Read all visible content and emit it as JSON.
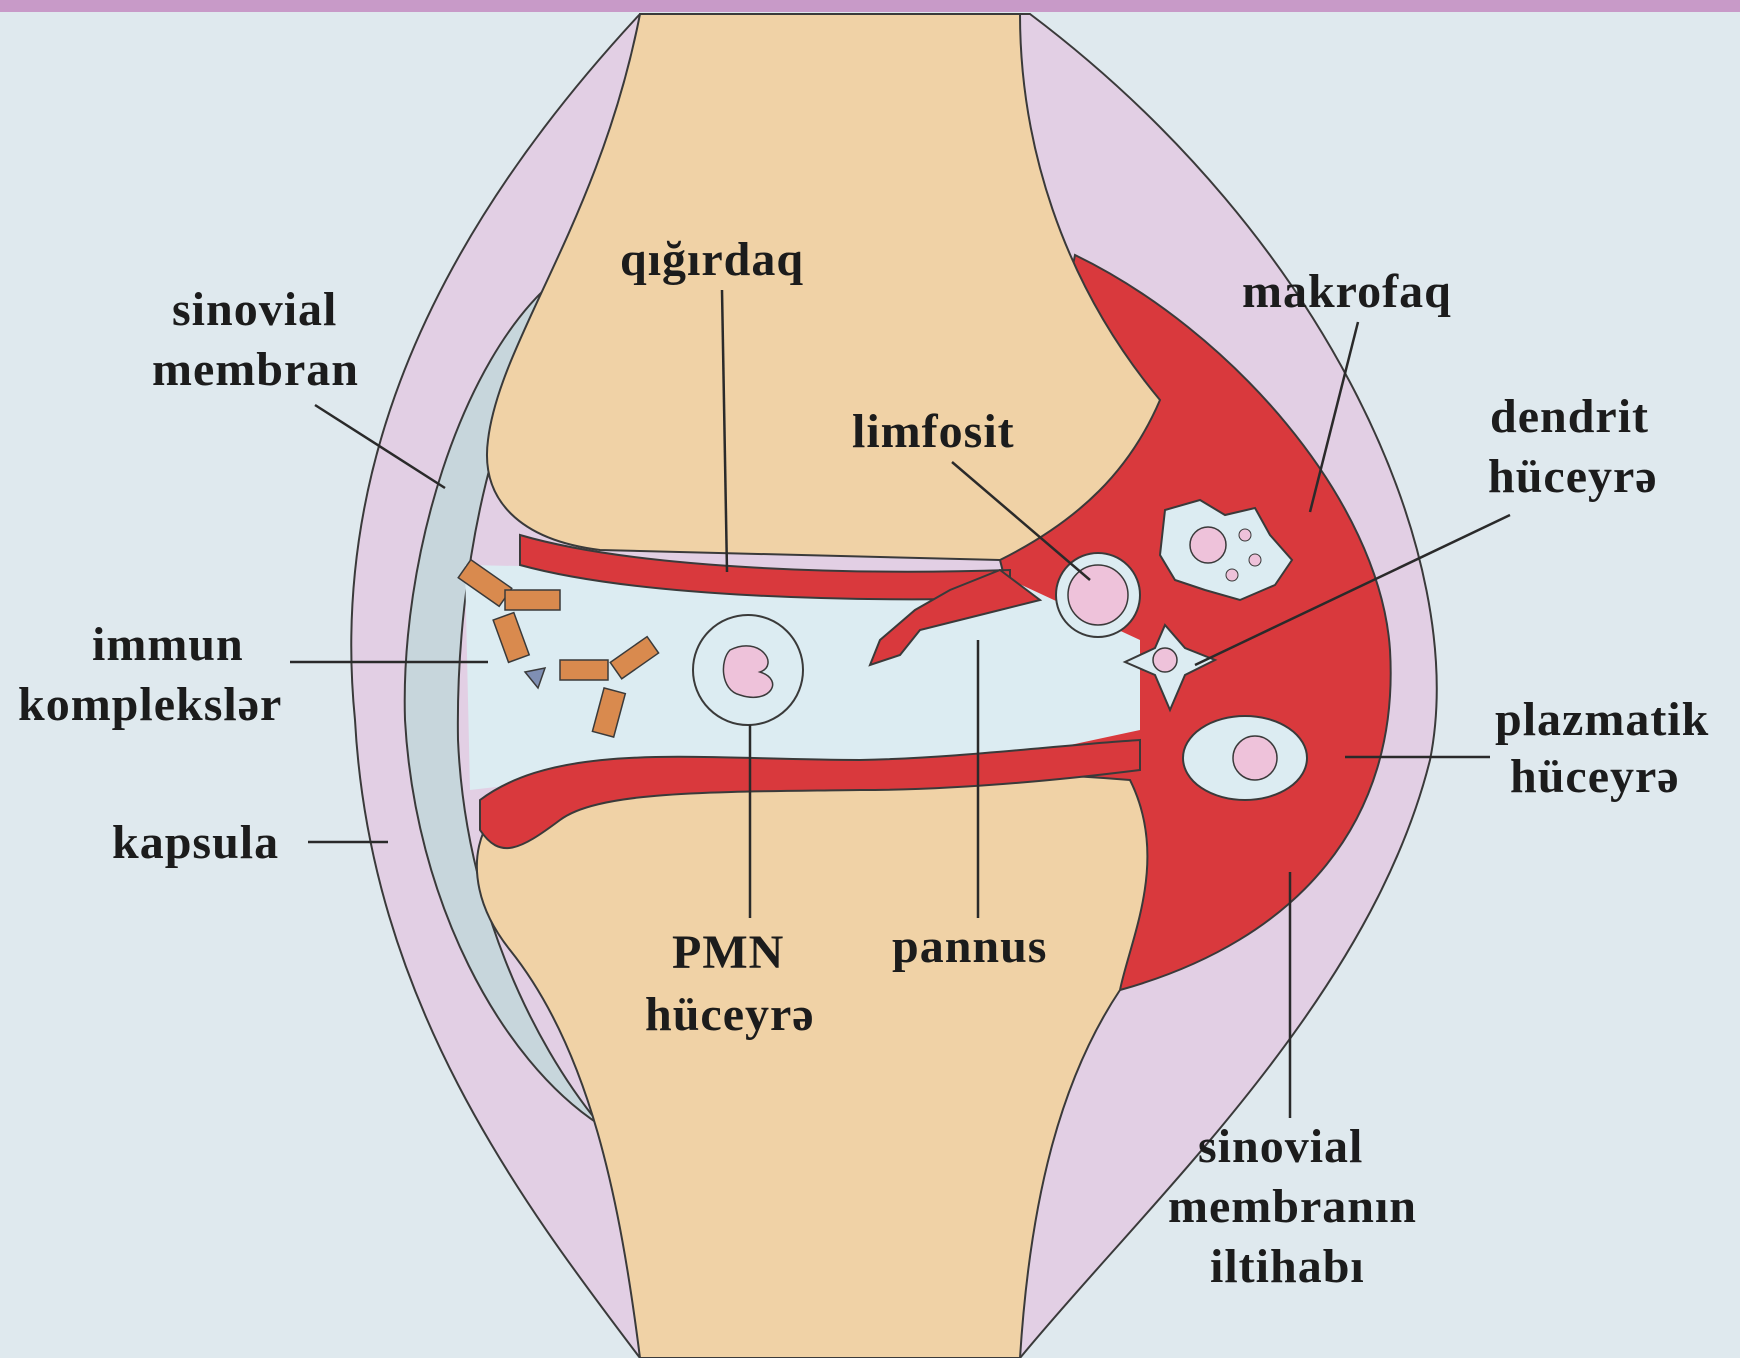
{
  "diagram": {
    "labels": {
      "qigirdaq": "qığırdaq",
      "sinovial_membran_1": "sinovial",
      "sinovial_membran_2": "membran",
      "makrofaq": "makrofaq",
      "limfosit": "limfosit",
      "dendrit_1": "dendrit",
      "dendrit_2": "hüceyrə",
      "immun_1": "immun",
      "immun_2": "komplekslər",
      "plazmatik_1": "plazmatik",
      "plazmatik_2": "hüceyrə",
      "kapsula": "kapsula",
      "pmn_1": "PMN",
      "pmn_2": "hüceyrə",
      "pannus": "pannus",
      "iltihab_1": "sinovial",
      "iltihab_2": "membranın",
      "iltihab_3": "iltihabı"
    },
    "colors": {
      "background": "#dfe9ee",
      "bone": "#f0d2a6",
      "capsule": "#e2cfe4",
      "synovial_membrane": "#c7d6dc",
      "inflamed_tissue": "#d9393d",
      "cell_body": "#dcecf2",
      "nucleus": "#eec2da",
      "antibody": "#d98a4e",
      "top_border": "#c89ac8"
    }
  }
}
